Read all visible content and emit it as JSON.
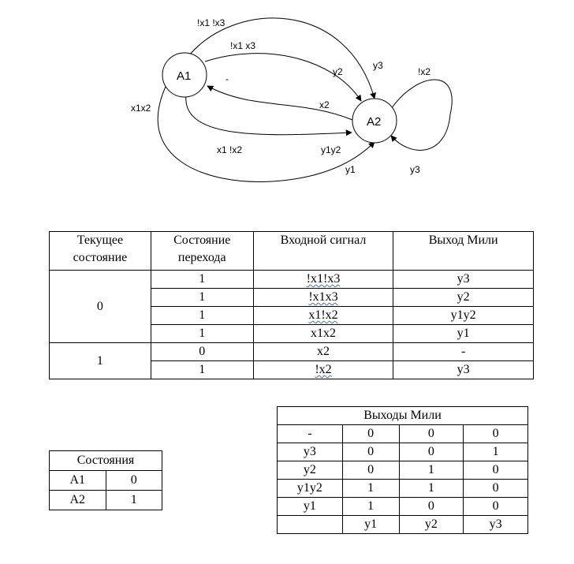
{
  "diagram": {
    "states": [
      {
        "id": "A1",
        "label": "A1"
      },
      {
        "id": "A2",
        "label": "A2"
      }
    ],
    "edge_labels": {
      "not_x1_not_x3": "!x1 !x3",
      "not_x1_x3": "!x1 x3",
      "y3_top": "y3",
      "y2": "y2",
      "not_x2": "!x2",
      "dash": "-",
      "x2": "x2",
      "x1x2": "x1x2",
      "x1_not_x2": "x1 !x2",
      "y1y2": "y1y2",
      "y1": "y1",
      "y3_loop": "y3"
    }
  },
  "transition_table": {
    "headers": {
      "current_state": [
        "Текущее",
        "состояние"
      ],
      "next_state": [
        "Состояние",
        "перехода"
      ],
      "input": "Входной сигнал",
      "output": "Выход Мили"
    },
    "groups": [
      {
        "state": "0",
        "rows": [
          {
            "next": "1",
            "input": "!x1!x3",
            "output": "y3"
          },
          {
            "next": "1",
            "input": "!x1x3",
            "output": "y2"
          },
          {
            "next": "1",
            "input": "x1!x2",
            "output": "y1y2"
          },
          {
            "next": "1",
            "input": "x1x2",
            "output": "y1"
          }
        ]
      },
      {
        "state": "1",
        "rows": [
          {
            "next": "0",
            "input": "x2",
            "output": "-"
          },
          {
            "next": "1",
            "input": "!x2",
            "output": "y3"
          }
        ]
      }
    ]
  },
  "states_table": {
    "title": "Состояния",
    "rows": [
      {
        "name": "A1",
        "code": "0"
      },
      {
        "name": "A2",
        "code": "1"
      }
    ]
  },
  "mealy_outputs_table": {
    "title": "Выходы Мили",
    "rows": [
      {
        "name": "-",
        "bits": [
          "0",
          "0",
          "0"
        ]
      },
      {
        "name": "y3",
        "bits": [
          "0",
          "0",
          "1"
        ]
      },
      {
        "name": "y2",
        "bits": [
          "0",
          "1",
          "0"
        ]
      },
      {
        "name": "y1y2",
        "bits": [
          "1",
          "1",
          "0"
        ]
      },
      {
        "name": "y1",
        "bits": [
          "1",
          "0",
          "0"
        ]
      }
    ],
    "footer": [
      "",
      "y1",
      "y2",
      "y3"
    ]
  }
}
